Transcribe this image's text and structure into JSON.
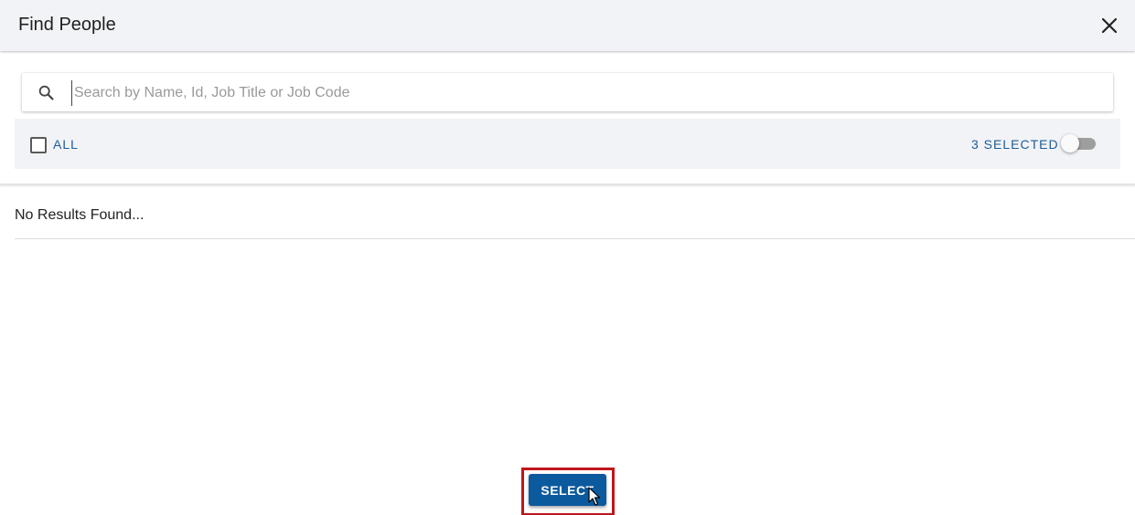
{
  "dialog": {
    "title": "Find People",
    "close_icon": "close-icon"
  },
  "search": {
    "placeholder": "Search by Name, Id, Job Title or Job Code",
    "value": "",
    "icon": "search-icon"
  },
  "filter": {
    "all_label": "ALL",
    "all_checked": false,
    "selected_label": "3 SELECTED",
    "toggle_on": false
  },
  "results": {
    "empty_message": "No Results Found..."
  },
  "footer": {
    "select_label": "SELECT"
  },
  "colors": {
    "accent": "#1d5c96",
    "button": "#0b5a9e",
    "header_bg": "#f2f3f7",
    "highlight": "#c0161c"
  }
}
